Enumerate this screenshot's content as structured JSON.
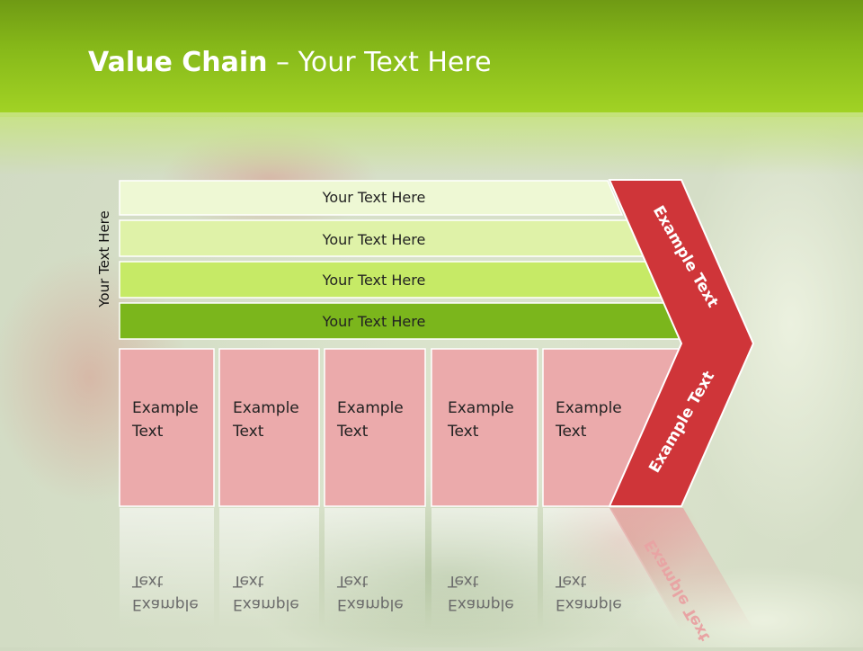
{
  "title": {
    "bold": "Value Chain",
    "rest": " – Your Text Here"
  },
  "side_label": "Your Text Here",
  "bars": [
    {
      "label": "Your Text Here",
      "color": "#eef8d4"
    },
    {
      "label": "Your Text Here",
      "color": "#dff2a8"
    },
    {
      "label": "Your Text Here",
      "color": "#c6ea66"
    },
    {
      "label": "Your Text Here",
      "color": "#7bb61c"
    }
  ],
  "columns": [
    {
      "line1": "Example",
      "line2": "Text"
    },
    {
      "line1": "Example",
      "line2": "Text"
    },
    {
      "line1": "Example",
      "line2": "Text"
    },
    {
      "line1": "Example",
      "line2": "Text"
    },
    {
      "line1": "Example",
      "line2": "Text"
    }
  ],
  "chevron": {
    "top_label": "Example Text",
    "bottom_label": "Example Text",
    "color": "#cf3539"
  },
  "colors": {
    "column_fill": "#ebaaab",
    "header_green": "#86b819"
  }
}
